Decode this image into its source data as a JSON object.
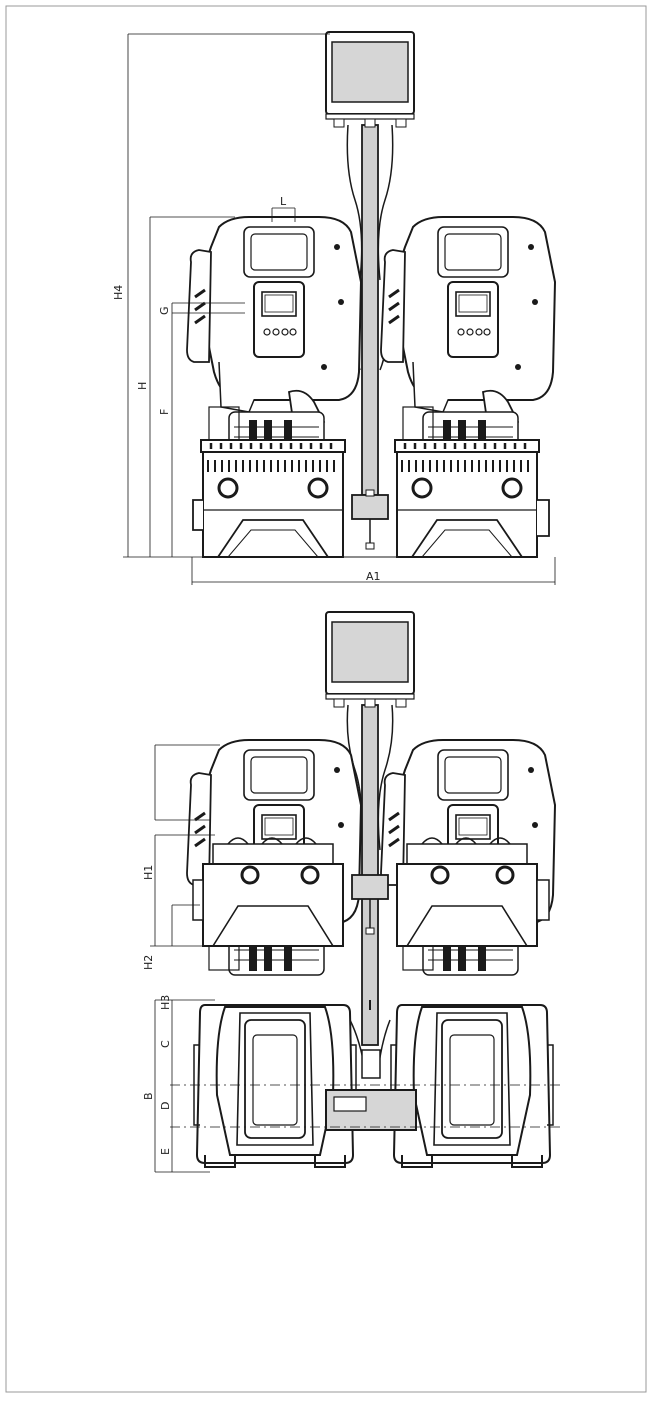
{
  "colors": {
    "line": "#1a1a1a",
    "box_fill": "#d6d6d6",
    "frame": "#999999",
    "pipe": "#cfcfcf"
  },
  "views": {
    "front": {
      "labels": {
        "L": "L",
        "G": "G",
        "H": "H",
        "H4": "H4",
        "F": "F",
        "A1": "A1"
      }
    },
    "side": {
      "labels": {
        "H1": "H1",
        "H2": "H2",
        "H3": "H3"
      }
    },
    "top": {
      "labels": {
        "B": "B",
        "C": "C",
        "D": "D",
        "E": "E"
      }
    }
  }
}
